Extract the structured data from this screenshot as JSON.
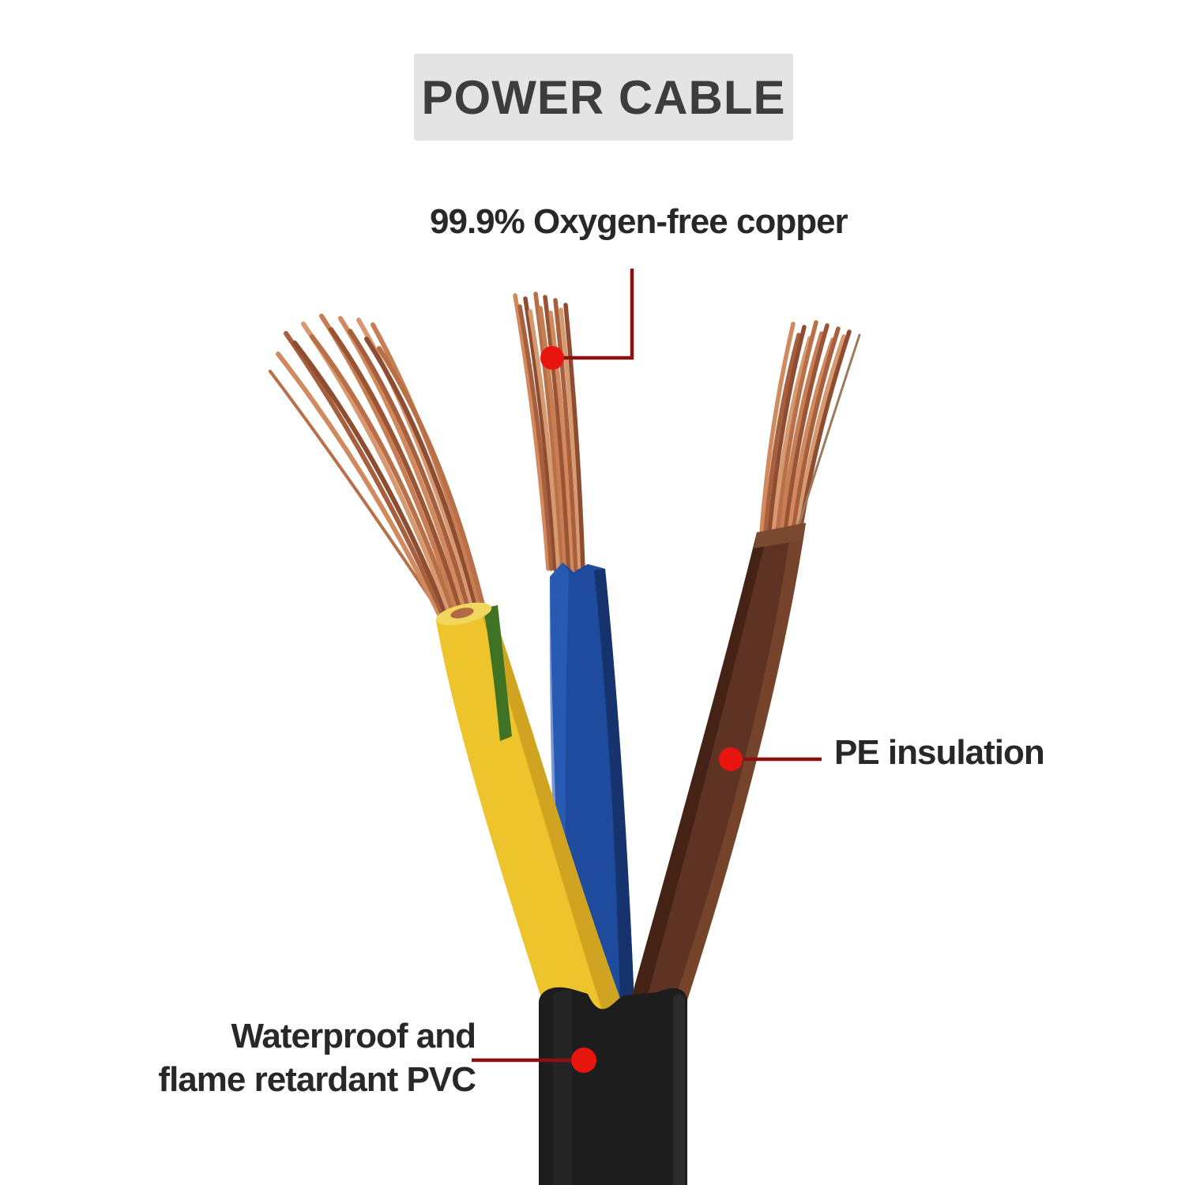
{
  "title": {
    "text": "POWER CABLE"
  },
  "annotations": {
    "copper": {
      "label": "99.9% Oxygen-free copper"
    },
    "pe": {
      "label": "PE insulation"
    },
    "pvc": {
      "line1": "Waterproof and",
      "line2": "flame retardant PVC"
    }
  },
  "colors": {
    "background": "#ffffff",
    "title_bg": "#e4e4e4",
    "title_text": "#3d3d3d",
    "label_text": "#282828",
    "leader_line": "#8e1111",
    "marker_dot": "#e8150e",
    "copper_light": "#d79a70",
    "copper_dark": "#8e4c30",
    "wire_yellow": "#eec42c",
    "wire_yellow_face": "#f2d75e",
    "wire_green": "#3f7222",
    "wire_blue": "#1e4b9e",
    "wire_blue_shade": "#16336e",
    "wire_brown": "#5e3323",
    "wire_brown_shade": "#3f2014",
    "jacket_black": "#1d1d1d"
  }
}
